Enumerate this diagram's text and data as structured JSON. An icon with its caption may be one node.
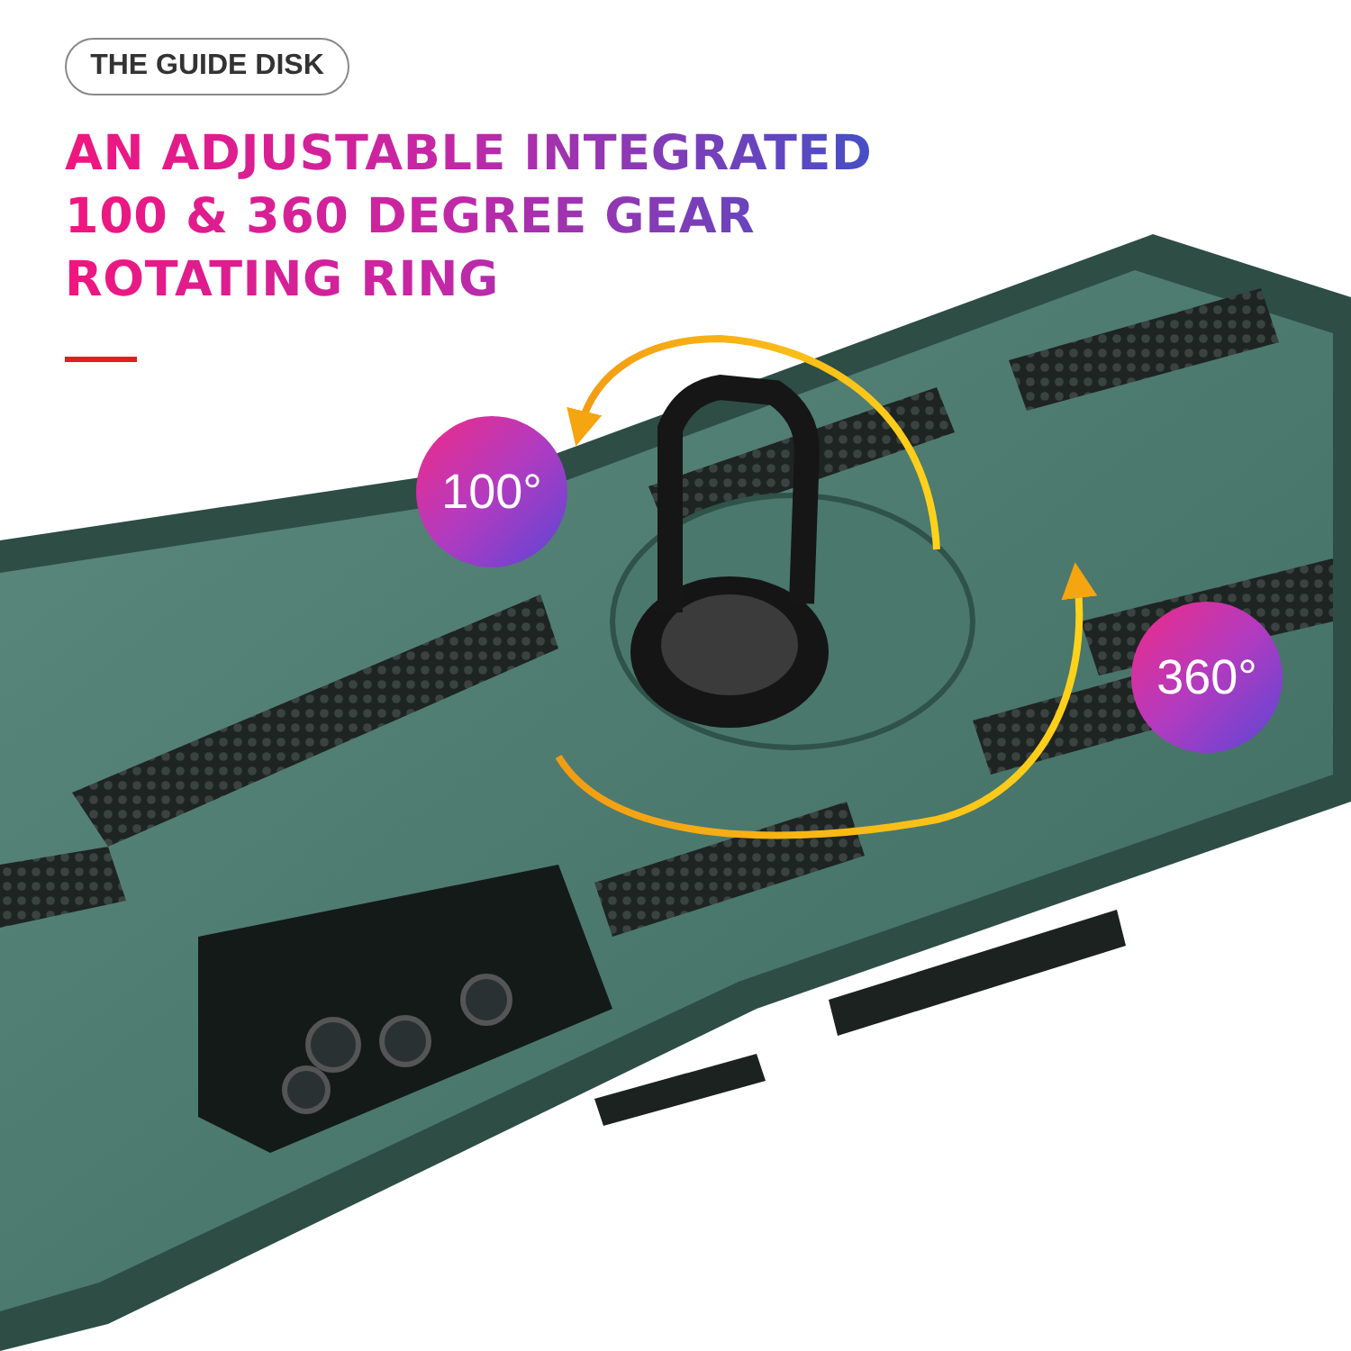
{
  "diagram": {
    "title": "AN ADJUSTABLE INTEGRATED 100 & 360 DEGREE GEAR ROTATING RING",
    "nodes": [
      {
        "text": [
          "THE GUIDE DISK"
        ]
      },
      {
        "text": [
          "100°"
        ]
      },
      {
        "text": [
          "360°"
        ]
      }
    ]
  }
}
